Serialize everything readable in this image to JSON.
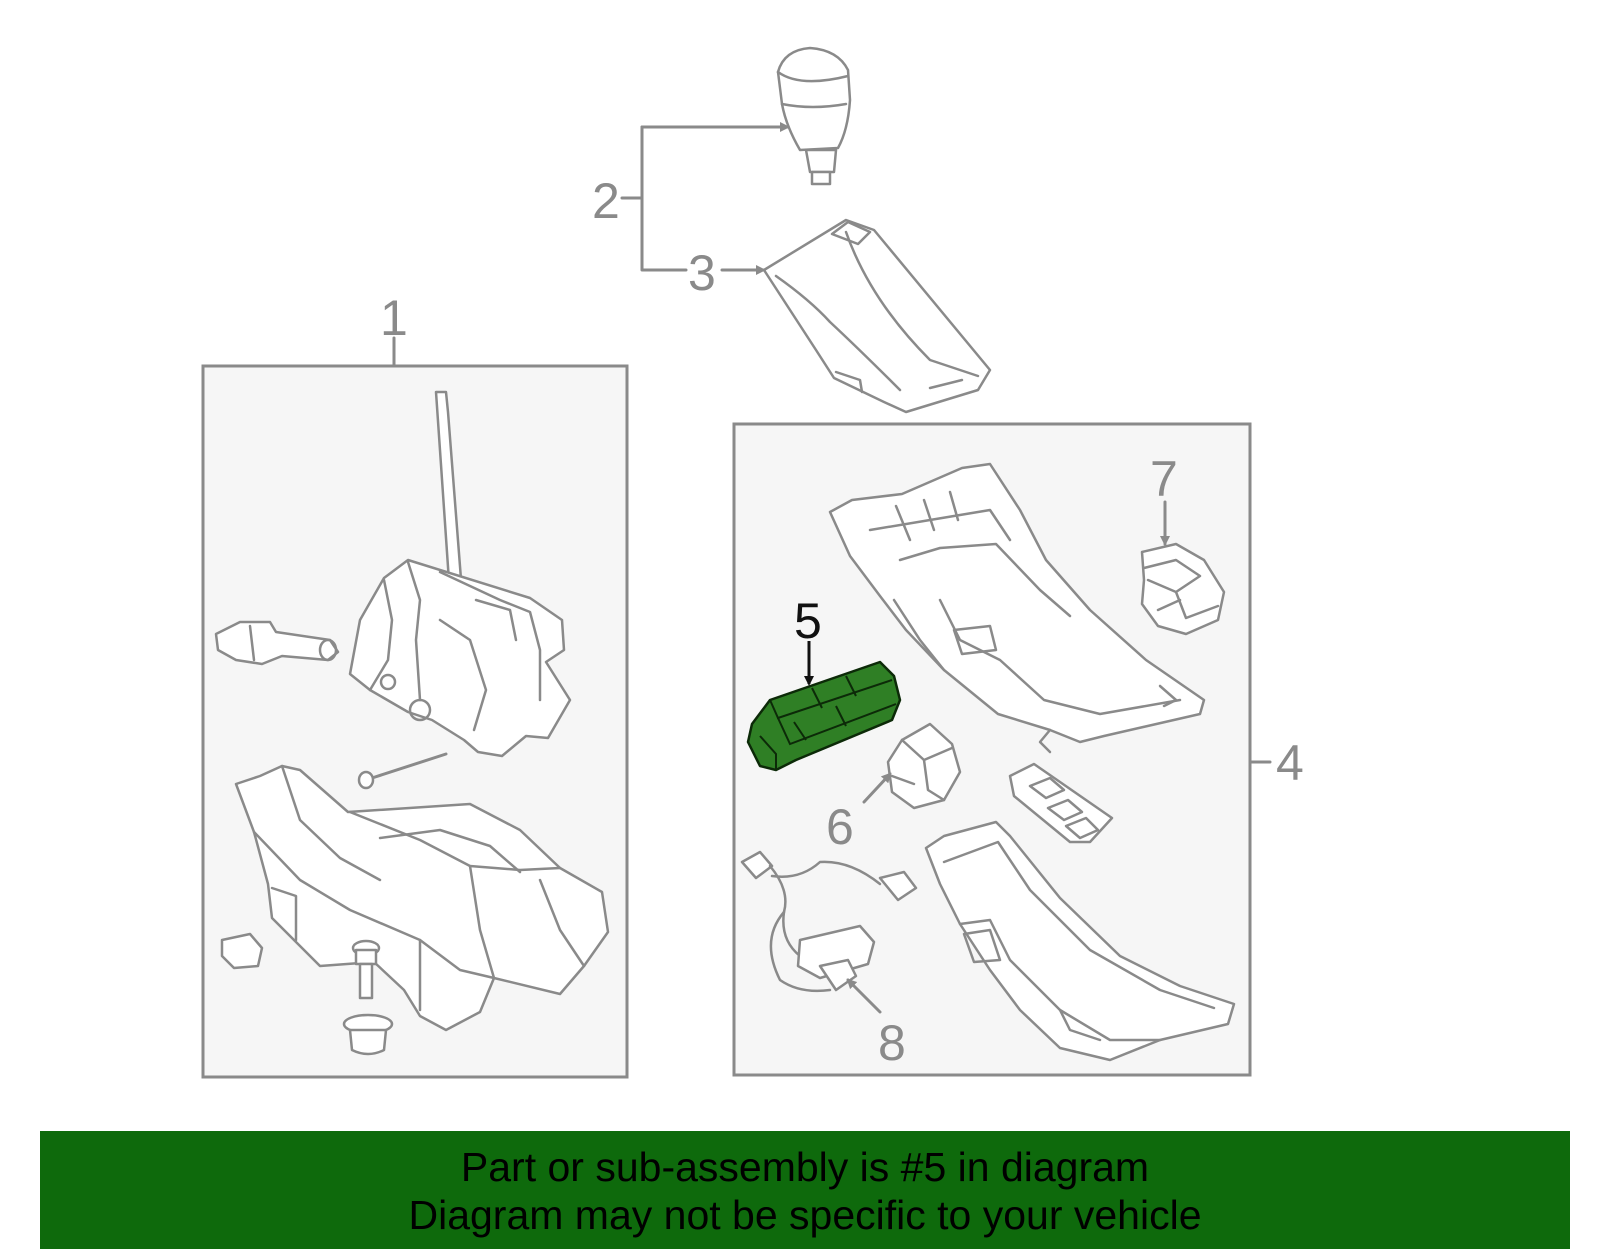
{
  "callouts": {
    "c1": "1",
    "c2": "2",
    "c3": "3",
    "c4": "4",
    "c5": "5",
    "c6": "6",
    "c7": "7",
    "c8": "8"
  },
  "highlight": {
    "part_number": "5",
    "fill_color": "#2f7f25",
    "stroke_color": "#0c2a08"
  },
  "banner": {
    "line1": "Part or sub-assembly is #5 in diagram",
    "line2": "Diagram may not be specific to your vehicle",
    "background_color": "#0e6a0c"
  }
}
